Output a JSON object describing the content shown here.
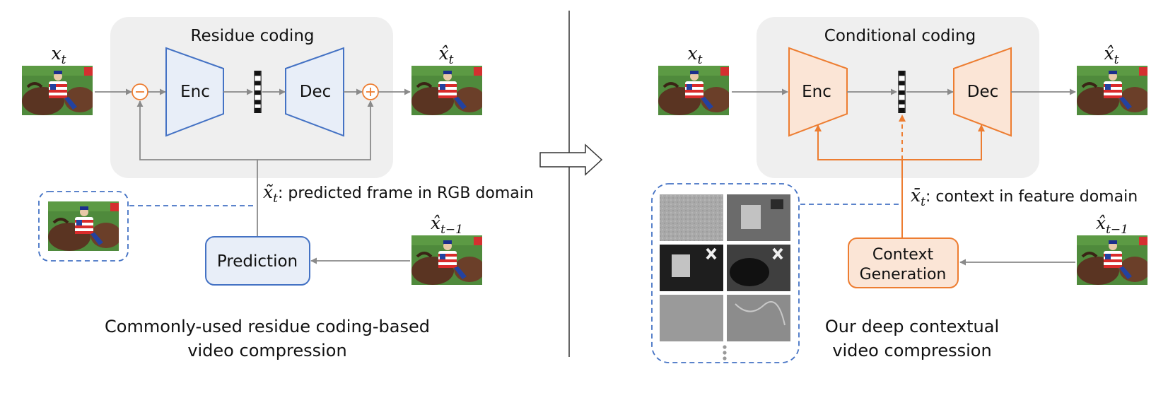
{
  "left": {
    "box_title": "Residue coding",
    "input_label": "x",
    "input_sub": "t",
    "output_label": "x̂",
    "output_sub": "t",
    "enc": "Enc",
    "dec": "Dec",
    "minus_symbol": "−",
    "plus_symbol": "+",
    "pred_label": "x̃",
    "pred_sub": "t",
    "pred_text": ": predicted frame in RGB domain",
    "ref_label": "x̂",
    "ref_sub": "t−1",
    "prediction": "Prediction",
    "caption_line1": "Commonly-used residue coding-based",
    "caption_line2": "video compression"
  },
  "right": {
    "box_title": "Conditional coding",
    "input_label": "x",
    "input_sub": "t",
    "output_label": "x̂",
    "output_sub": "t",
    "enc": "Enc",
    "dec": "Dec",
    "ctx_label": "x̄",
    "ctx_sub": "t",
    "ctx_text": ": context in feature domain",
    "ref_label": "x̂",
    "ref_sub": "t−1",
    "context_line1": "Context",
    "context_line2": "Generation",
    "caption_line1": "Our deep contextual",
    "caption_line2": "video compression"
  },
  "colors": {
    "residue_blue": "#4472c4",
    "residue_fill": "#e8eef8",
    "context_orange": "#ed7d31",
    "context_fill": "#fbe5d6",
    "panel_gray": "#efefef",
    "arrow_gray": "#8a8a8a"
  },
  "icons": {
    "frame_thumbnail": "jockey-horse-frame",
    "latent_bitstream": "quantized-latent-bar",
    "big_arrow": "hollow-right-arrow",
    "more_dots": "vertical-ellipsis"
  }
}
